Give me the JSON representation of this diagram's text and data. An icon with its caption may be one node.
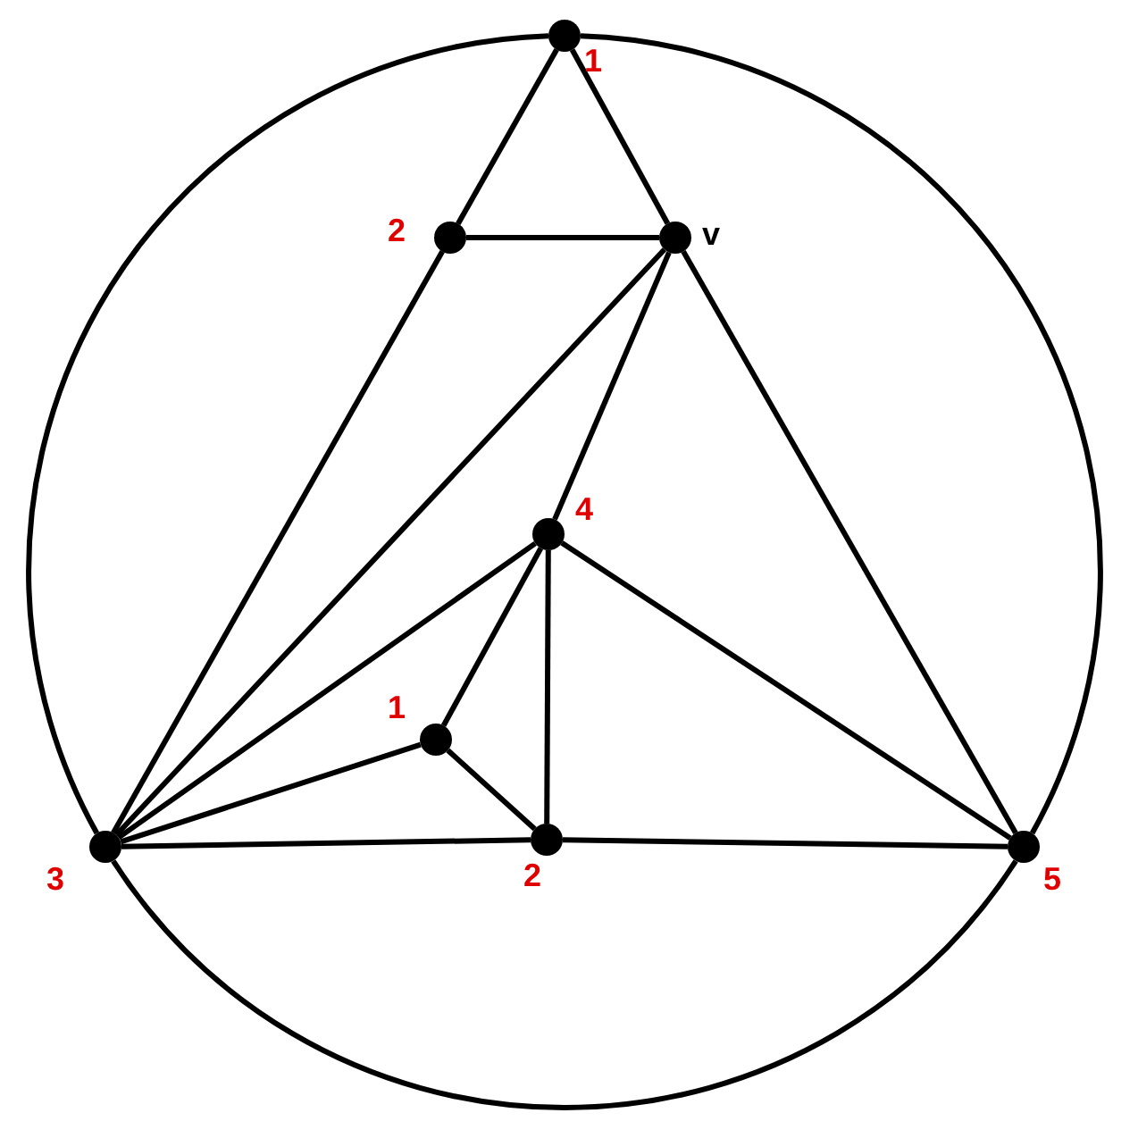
{
  "diagram": {
    "nodes": [
      {
        "text": [],
        "shape": "circle",
        "beside": [
          "1"
        ]
      },
      {
        "text": [],
        "shape": "circle",
        "beside": [
          "2"
        ]
      },
      {
        "text": [],
        "shape": "circle",
        "beside": [
          "v"
        ]
      },
      {
        "text": [],
        "shape": "circle",
        "beside": [
          "4"
        ]
      },
      {
        "text": [],
        "shape": "circle",
        "beside": [
          "1"
        ]
      },
      {
        "text": [],
        "shape": "circle",
        "beside": [
          "2"
        ]
      },
      {
        "text": [],
        "shape": "circle",
        "beside": [
          "3"
        ]
      },
      {
        "text": [],
        "shape": "circle",
        "beside": [
          "5"
        ]
      }
    ],
    "edges": [
      {
        "from": 0,
        "to": 1,
        "arrow": "none"
      },
      {
        "from": 0,
        "to": 2,
        "arrow": "none"
      },
      {
        "from": 1,
        "to": 2,
        "arrow": "none"
      },
      {
        "from": 1,
        "to": 6,
        "arrow": "none"
      },
      {
        "from": 2,
        "to": 6,
        "arrow": "none"
      },
      {
        "from": 2,
        "to": 3,
        "arrow": "none"
      },
      {
        "from": 2,
        "to": 7,
        "arrow": "none"
      },
      {
        "from": 3,
        "to": 6,
        "arrow": "none"
      },
      {
        "from": 3,
        "to": 4,
        "arrow": "none"
      },
      {
        "from": 3,
        "to": 5,
        "arrow": "none"
      },
      {
        "from": 3,
        "to": 7,
        "arrow": "none"
      },
      {
        "from": 4,
        "to": 6,
        "arrow": "none"
      },
      {
        "from": 4,
        "to": 5,
        "arrow": "none"
      },
      {
        "from": 6,
        "to": 5,
        "arrow": "none"
      },
      {
        "from": 5,
        "to": 7,
        "arrow": "none"
      },
      {
        "from": 0,
        "to": 6,
        "arrow": "none"
      },
      {
        "from": 6,
        "to": 7,
        "arrow": "none"
      },
      {
        "from": 7,
        "to": 0,
        "arrow": "none"
      }
    ]
  }
}
